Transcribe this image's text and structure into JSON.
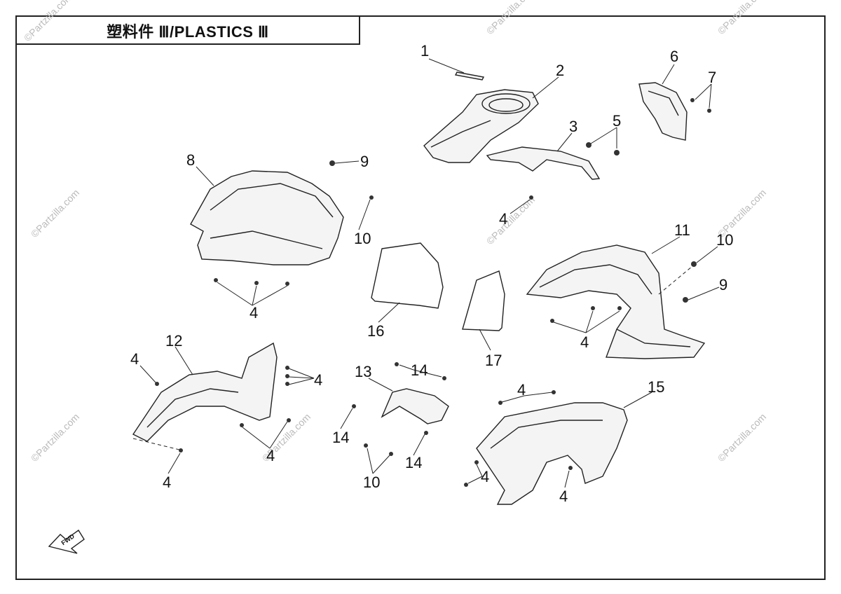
{
  "title": "塑料件 Ⅲ/PLASTICS Ⅲ",
  "callouts": {
    "c1": "1",
    "c2": "2",
    "c3": "3",
    "c4a": "4",
    "c5": "5",
    "c6": "6",
    "c7": "7",
    "c8": "8",
    "c9a": "9",
    "c10a": "10",
    "c4b": "4",
    "c11": "11",
    "c10b": "10",
    "c9b": "9",
    "c16": "16",
    "c17": "17",
    "c4c": "4",
    "c12": "12",
    "c4d": "4",
    "c4e": "4",
    "c4f": "4",
    "c4g": "4",
    "c13": "13",
    "c14a": "14",
    "c14b": "14",
    "c14c": "14",
    "c10c": "10",
    "c15": "15",
    "c4h": "4",
    "c4i": "4",
    "c4j": "4"
  },
  "watermark": "©Partzilla.com",
  "fwd_label": "FWD"
}
